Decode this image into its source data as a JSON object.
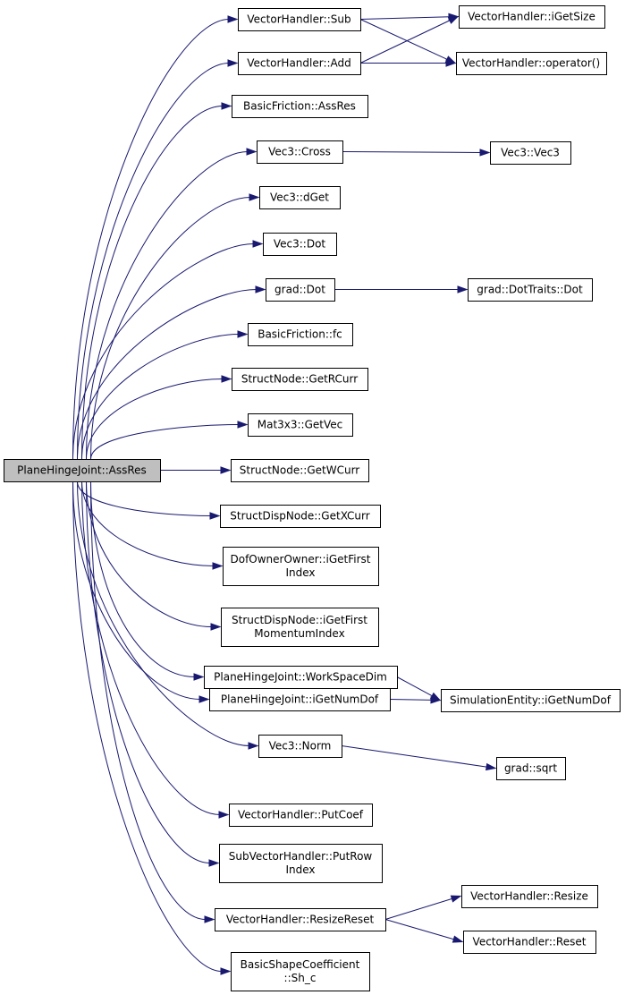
{
  "nodes": [
    {
      "id": "root",
      "lines": [
        "PlaneHingeJoint::AssRes"
      ],
      "root": true
    },
    {
      "id": "vh_sub",
      "lines": [
        "VectorHandler::Sub"
      ]
    },
    {
      "id": "vh_add",
      "lines": [
        "VectorHandler::Add"
      ]
    },
    {
      "id": "vh_igetsize",
      "lines": [
        "VectorHandler::iGetSize"
      ]
    },
    {
      "id": "vh_operator",
      "lines": [
        "VectorHandler::operator()"
      ]
    },
    {
      "id": "bf_assres",
      "lines": [
        "BasicFriction::AssRes"
      ]
    },
    {
      "id": "vec3_cross",
      "lines": [
        "Vec3::Cross"
      ]
    },
    {
      "id": "vec3_vec3",
      "lines": [
        "Vec3::Vec3"
      ]
    },
    {
      "id": "vec3_dget",
      "lines": [
        "Vec3::dGet"
      ]
    },
    {
      "id": "vec3_dot",
      "lines": [
        "Vec3::Dot"
      ]
    },
    {
      "id": "grad_dot",
      "lines": [
        "grad::Dot"
      ]
    },
    {
      "id": "grad_dottraits",
      "lines": [
        "grad::DotTraits::Dot"
      ]
    },
    {
      "id": "bf_fc",
      "lines": [
        "BasicFriction::fc"
      ]
    },
    {
      "id": "sn_getrcurr",
      "lines": [
        "StructNode::GetRCurr"
      ]
    },
    {
      "id": "mat3_getvec",
      "lines": [
        "Mat3x3::GetVec"
      ]
    },
    {
      "id": "sn_getwcurr",
      "lines": [
        "StructNode::GetWCurr"
      ]
    },
    {
      "id": "sdn_getxcurr",
      "lines": [
        "StructDispNode::GetXCurr"
      ]
    },
    {
      "id": "doo_igetfirst",
      "lines": [
        "DofOwnerOwner::iGetFirst",
        "Index"
      ]
    },
    {
      "id": "sdn_igetfirstmom",
      "lines": [
        "StructDispNode::iGetFirst",
        "MomentumIndex"
      ]
    },
    {
      "id": "phj_workspace",
      "lines": [
        "PlaneHingeJoint::WorkSpaceDim"
      ]
    },
    {
      "id": "phj_igetnumdof",
      "lines": [
        "PlaneHingeJoint::iGetNumDof"
      ]
    },
    {
      "id": "se_igetnumdof",
      "lines": [
        "SimulationEntity::iGetNumDof"
      ]
    },
    {
      "id": "vec3_norm",
      "lines": [
        "Vec3::Norm"
      ]
    },
    {
      "id": "grad_sqrt",
      "lines": [
        "grad::sqrt"
      ]
    },
    {
      "id": "vh_putcoef",
      "lines": [
        "VectorHandler::PutCoef"
      ]
    },
    {
      "id": "svh_putrow",
      "lines": [
        "SubVectorHandler::PutRow",
        "Index"
      ]
    },
    {
      "id": "vh_resizereset",
      "lines": [
        "VectorHandler::ResizeReset"
      ]
    },
    {
      "id": "vh_resize",
      "lines": [
        "VectorHandler::Resize"
      ]
    },
    {
      "id": "vh_reset",
      "lines": [
        "VectorHandler::Reset"
      ]
    },
    {
      "id": "bsc_sh_c",
      "lines": [
        "BasicShapeCoefficient",
        "::Sh_c"
      ]
    }
  ],
  "edges": [
    [
      "root",
      "vh_sub"
    ],
    [
      "root",
      "vh_add"
    ],
    [
      "root",
      "bf_assres"
    ],
    [
      "root",
      "vec3_cross"
    ],
    [
      "root",
      "vec3_dget"
    ],
    [
      "root",
      "vec3_dot"
    ],
    [
      "root",
      "grad_dot"
    ],
    [
      "root",
      "bf_fc"
    ],
    [
      "root",
      "sn_getrcurr"
    ],
    [
      "root",
      "mat3_getvec"
    ],
    [
      "root",
      "sn_getwcurr"
    ],
    [
      "root",
      "sdn_getxcurr"
    ],
    [
      "root",
      "doo_igetfirst"
    ],
    [
      "root",
      "sdn_igetfirstmom"
    ],
    [
      "root",
      "phj_workspace"
    ],
    [
      "root",
      "phj_igetnumdof"
    ],
    [
      "root",
      "vec3_norm"
    ],
    [
      "root",
      "vh_putcoef"
    ],
    [
      "root",
      "svh_putrow"
    ],
    [
      "root",
      "vh_resizereset"
    ],
    [
      "root",
      "bsc_sh_c"
    ],
    [
      "vh_sub",
      "vh_igetsize"
    ],
    [
      "vh_sub",
      "vh_operator"
    ],
    [
      "vh_add",
      "vh_igetsize"
    ],
    [
      "vh_add",
      "vh_operator"
    ],
    [
      "vec3_cross",
      "vec3_vec3"
    ],
    [
      "grad_dot",
      "grad_dottraits"
    ],
    [
      "phj_workspace",
      "se_igetnumdof"
    ],
    [
      "phj_igetnumdof",
      "se_igetnumdof"
    ],
    [
      "vec3_norm",
      "grad_sqrt"
    ],
    [
      "vh_resizereset",
      "vh_resize"
    ],
    [
      "vh_resizereset",
      "vh_reset"
    ]
  ]
}
